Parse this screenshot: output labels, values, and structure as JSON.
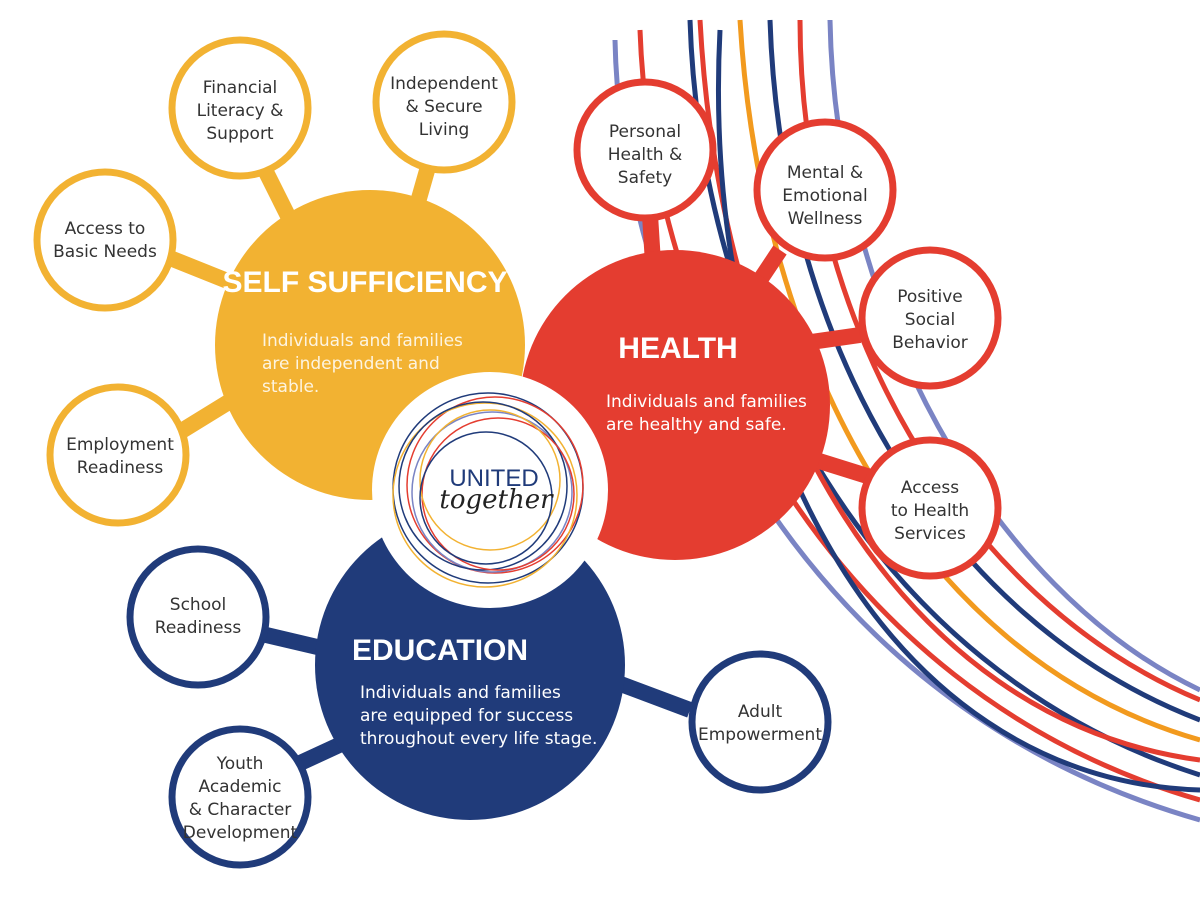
{
  "colors": {
    "self_sufficiency": "#f2b232",
    "health": "#e43d30",
    "education": "#203b7a",
    "lavender": "#7a84c4",
    "orange": "#f29a1e"
  },
  "center_logo": {
    "word1": "UNITED",
    "word2": "together"
  },
  "self_sufficiency": {
    "title": "SELF SUFFICIENCY",
    "description": [
      "Individuals and families",
      "are independent and",
      "stable."
    ],
    "satellites": [
      {
        "lines": [
          "Financial",
          "Literacy &",
          "Support"
        ]
      },
      {
        "lines": [
          "Independent",
          "& Secure",
          "Living"
        ]
      },
      {
        "lines": [
          "Access to",
          "Basic Needs"
        ]
      },
      {
        "lines": [
          "Employment",
          "Readiness"
        ]
      }
    ]
  },
  "health": {
    "title": "HEALTH",
    "description": [
      "Individuals and families",
      "are healthy and safe."
    ],
    "satellites": [
      {
        "lines": [
          "Personal",
          "Health &",
          "Safety"
        ]
      },
      {
        "lines": [
          "Mental &",
          "Emotional",
          "Wellness"
        ]
      },
      {
        "lines": [
          "Positive",
          "Social",
          "Behavior"
        ]
      },
      {
        "lines": [
          "Access",
          "to Health",
          "Services"
        ]
      }
    ]
  },
  "education": {
    "title": "EDUCATION",
    "description": [
      "Individuals and families",
      "are equipped for success",
      "throughout every life stage."
    ],
    "satellites": [
      {
        "lines": [
          "School",
          "Readiness"
        ]
      },
      {
        "lines": [
          "Adult",
          "Empowerment"
        ]
      },
      {
        "lines": [
          "Youth",
          "Academic",
          "& Character",
          "Development"
        ]
      }
    ]
  }
}
